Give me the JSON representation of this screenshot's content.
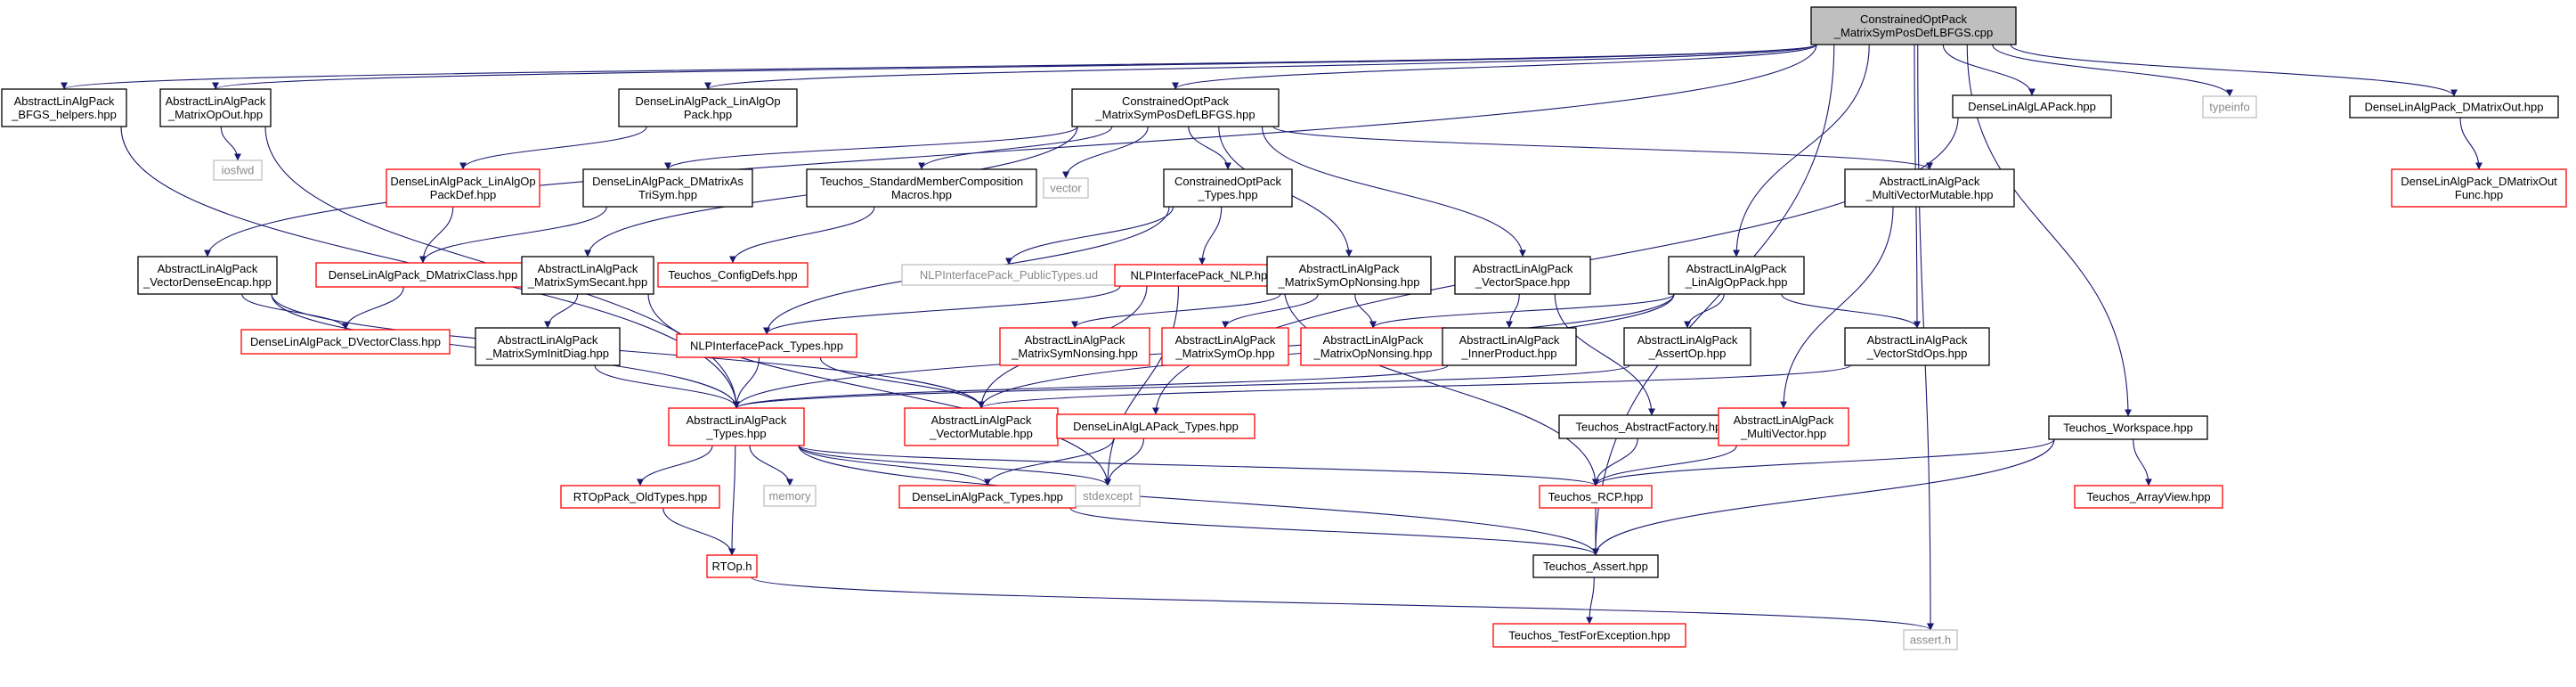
{
  "graph": {
    "colors": {
      "edge": "#191970",
      "root_fill": "#bfbfbf",
      "black_border": "#000000",
      "red_border": "#ff0000",
      "gray_border": "#bfbfbf",
      "gray_text": "#8a8a8a"
    },
    "nodes": [
      {
        "id": "root",
        "lines": [
          "ConstrainedOptPack",
          "_MatrixSymPosDefLBFGS.cpp"
        ],
        "style": "root"
      },
      {
        "id": "bfgs_helpers",
        "lines": [
          "AbstractLinAlgPack",
          "_BFGS_helpers.hpp"
        ],
        "style": "black"
      },
      {
        "id": "matrixopout",
        "lines": [
          "AbstractLinAlgPack",
          "_MatrixOpOut.hpp"
        ],
        "style": "black"
      },
      {
        "id": "dla_linalgop",
        "lines": [
          "DenseLinAlgPack_LinAlgOp",
          "Pack.hpp"
        ],
        "style": "black"
      },
      {
        "id": "cop_lbfgs_hpp",
        "lines": [
          "ConstrainedOptPack",
          "_MatrixSymPosDefLBFGS.hpp"
        ],
        "style": "black"
      },
      {
        "id": "dla_lapack",
        "lines": [
          "DenseLinAlgLAPack.hpp"
        ],
        "style": "black"
      },
      {
        "id": "typeinfo",
        "lines": [
          "typeinfo"
        ],
        "style": "gray"
      },
      {
        "id": "dla_dmatrixout",
        "lines": [
          "DenseLinAlgPack_DMatrixOut.hpp"
        ],
        "style": "black"
      },
      {
        "id": "iosfwd",
        "lines": [
          "iosfwd"
        ],
        "style": "gray"
      },
      {
        "id": "dla_linalgopdef",
        "lines": [
          "DenseLinAlgPack_LinAlgOp",
          "PackDef.hpp"
        ],
        "style": "red"
      },
      {
        "id": "dla_dmatrixastrisym",
        "lines": [
          "DenseLinAlgPack_DMatrixAs",
          "TriSym.hpp"
        ],
        "style": "black"
      },
      {
        "id": "teuchos_smc",
        "lines": [
          "Teuchos_StandardMemberComposition",
          "Macros.hpp"
        ],
        "style": "black"
      },
      {
        "id": "vector",
        "lines": [
          "vector"
        ],
        "style": "gray"
      },
      {
        "id": "cop_types",
        "lines": [
          "ConstrainedOptPack",
          "_Types.hpp"
        ],
        "style": "black"
      },
      {
        "id": "ala_multivecmut",
        "lines": [
          "AbstractLinAlgPack",
          "_MultiVectorMutable.hpp"
        ],
        "style": "black"
      },
      {
        "id": "dla_dmatrixoutfunc",
        "lines": [
          "DenseLinAlgPack_DMatrixOut",
          "Func.hpp"
        ],
        "style": "red"
      },
      {
        "id": "ala_vecdenseencap",
        "lines": [
          "AbstractLinAlgPack",
          "_VectorDenseEncap.hpp"
        ],
        "style": "black"
      },
      {
        "id": "dla_dmatrixclass",
        "lines": [
          "DenseLinAlgPack_DMatrixClass.hpp"
        ],
        "style": "red"
      },
      {
        "id": "teuchos_configdefs",
        "lines": [
          "Teuchos_ConfigDefs.hpp"
        ],
        "style": "red"
      },
      {
        "id": "nlp_publictypes",
        "lines": [
          "NLPInterfacePack_PublicTypes.ud"
        ],
        "style": "gray"
      },
      {
        "id": "ala_matsymsecant",
        "lines": [
          "AbstractLinAlgPack",
          "_MatrixSymSecant.hpp"
        ],
        "style": "black"
      },
      {
        "id": "nlp_nlp",
        "lines": [
          "NLPInterfacePack_NLP.hpp"
        ],
        "style": "red"
      },
      {
        "id": "ala_matsymopnonsing",
        "lines": [
          "AbstractLinAlgPack",
          "_MatrixSymOpNonsing.hpp"
        ],
        "style": "black"
      },
      {
        "id": "ala_vectorspace",
        "lines": [
          "AbstractLinAlgPack",
          "_VectorSpace.hpp"
        ],
        "style": "black"
      },
      {
        "id": "ala_linalgoppack",
        "lines": [
          "AbstractLinAlgPack",
          "_LinAlgOpPack.hpp"
        ],
        "style": "black"
      },
      {
        "id": "dla_dvectorclass",
        "lines": [
          "DenseLinAlgPack_DVectorClass.hpp"
        ],
        "style": "red"
      },
      {
        "id": "ala_matsyminitdiag",
        "lines": [
          "AbstractLinAlgPack",
          "_MatrixSymInitDiag.hpp"
        ],
        "style": "black"
      },
      {
        "id": "nlp_types",
        "lines": [
          "NLPInterfacePack_Types.hpp"
        ],
        "style": "red"
      },
      {
        "id": "ala_matsymnonsing",
        "lines": [
          "AbstractLinAlgPack",
          "_MatrixSymNonsing.hpp"
        ],
        "style": "red"
      },
      {
        "id": "ala_matsymop",
        "lines": [
          "AbstractLinAlgPack",
          "_MatrixSymOp.hpp"
        ],
        "style": "red"
      },
      {
        "id": "ala_matopnonsing",
        "lines": [
          "AbstractLinAlgPack",
          "_MatrixOpNonsing.hpp"
        ],
        "style": "red"
      },
      {
        "id": "ala_innerproduct",
        "lines": [
          "AbstractLinAlgPack",
          "_InnerProduct.hpp"
        ],
        "style": "black"
      },
      {
        "id": "ala_assertop",
        "lines": [
          "AbstractLinAlgPack",
          "_AssertOp.hpp"
        ],
        "style": "black"
      },
      {
        "id": "ala_vecstdops",
        "lines": [
          "AbstractLinAlgPack",
          "_VectorStdOps.hpp"
        ],
        "style": "black"
      },
      {
        "id": "ala_types",
        "lines": [
          "AbstractLinAlgPack",
          "_Types.hpp"
        ],
        "style": "red"
      },
      {
        "id": "ala_vecmutable",
        "lines": [
          "AbstractLinAlgPack",
          "_VectorMutable.hpp"
        ],
        "style": "red"
      },
      {
        "id": "dla_lapacktypes",
        "lines": [
          "DenseLinAlgLAPack_Types.hpp"
        ],
        "style": "red"
      },
      {
        "id": "teuchos_absfactory",
        "lines": [
          "Teuchos_AbstractFactory.hpp"
        ],
        "style": "black"
      },
      {
        "id": "ala_multivector",
        "lines": [
          "AbstractLinAlgPack",
          "_MultiVector.hpp"
        ],
        "style": "red"
      },
      {
        "id": "teuchos_workspace",
        "lines": [
          "Teuchos_Workspace.hpp"
        ],
        "style": "black"
      },
      {
        "id": "rtop_oldtypes",
        "lines": [
          "RTOpPack_OldTypes.hpp"
        ],
        "style": "red"
      },
      {
        "id": "memory",
        "lines": [
          "memory"
        ],
        "style": "gray"
      },
      {
        "id": "dla_types",
        "lines": [
          "DenseLinAlgPack_Types.hpp"
        ],
        "style": "red"
      },
      {
        "id": "stdexcept",
        "lines": [
          "stdexcept"
        ],
        "style": "gray"
      },
      {
        "id": "teuchos_rcp",
        "lines": [
          "Teuchos_RCP.hpp"
        ],
        "style": "red"
      },
      {
        "id": "teuchos_arrayview",
        "lines": [
          "Teuchos_ArrayView.hpp"
        ],
        "style": "red"
      },
      {
        "id": "rtop_h",
        "lines": [
          "RTOp.h"
        ],
        "style": "red"
      },
      {
        "id": "teuchos_assert",
        "lines": [
          "Teuchos_Assert.hpp"
        ],
        "style": "black"
      },
      {
        "id": "teuchos_testforexc",
        "lines": [
          "Teuchos_TestForException.hpp"
        ],
        "style": "red"
      },
      {
        "id": "assert_h",
        "lines": [
          "assert.h"
        ],
        "style": "gray"
      }
    ],
    "edges": [
      [
        "root",
        "bfgs_helpers"
      ],
      [
        "root",
        "matrixopout"
      ],
      [
        "root",
        "dla_linalgop"
      ],
      [
        "root",
        "cop_lbfgs_hpp"
      ],
      [
        "root",
        "dla_lapack"
      ],
      [
        "root",
        "typeinfo"
      ],
      [
        "root",
        "dla_dmatrixout"
      ],
      [
        "root",
        "ala_vecdenseencap"
      ],
      [
        "root",
        "ala_linalgoppack"
      ],
      [
        "root",
        "ala_vecstdops"
      ],
      [
        "root",
        "teuchos_workspace"
      ],
      [
        "root",
        "teuchos_assert"
      ],
      [
        "root",
        "assert_h"
      ],
      [
        "bfgs_helpers",
        "ala_types"
      ],
      [
        "matrixopout",
        "iosfwd"
      ],
      [
        "matrixopout",
        "ala_types"
      ],
      [
        "dla_linalgop",
        "dla_linalgopdef"
      ],
      [
        "dla_linalgopdef",
        "dla_dmatrixclass"
      ],
      [
        "cop_lbfgs_hpp",
        "dla_dmatrixastrisym"
      ],
      [
        "cop_lbfgs_hpp",
        "teuchos_smc"
      ],
      [
        "cop_lbfgs_hpp",
        "vector"
      ],
      [
        "cop_lbfgs_hpp",
        "cop_types"
      ],
      [
        "cop_lbfgs_hpp",
        "ala_multivecmut"
      ],
      [
        "cop_lbfgs_hpp",
        "ala_matsymsecant"
      ],
      [
        "cop_lbfgs_hpp",
        "ala_matsymopnonsing"
      ],
      [
        "cop_lbfgs_hpp",
        "ala_vectorspace"
      ],
      [
        "dla_lapack",
        "dla_lapacktypes"
      ],
      [
        "dla_dmatrixout",
        "dla_dmatrixoutfunc"
      ],
      [
        "dla_dmatrixastrisym",
        "dla_dmatrixclass"
      ],
      [
        "teuchos_smc",
        "teuchos_configdefs"
      ],
      [
        "cop_types",
        "nlp_publictypes"
      ],
      [
        "cop_types",
        "nlp_nlp"
      ],
      [
        "cop_types",
        "nlp_types"
      ],
      [
        "ala_multivecmut",
        "ala_multivector"
      ],
      [
        "ala_vecdenseencap",
        "dla_dvectorclass"
      ],
      [
        "ala_vecdenseencap",
        "ala_types"
      ],
      [
        "ala_vecdenseencap",
        "ala_vecmutable"
      ],
      [
        "dla_dmatrixclass",
        "dla_dvectorclass"
      ],
      [
        "ala_matsymsecant",
        "ala_matsyminitdiag"
      ],
      [
        "ala_matsymsecant",
        "stdexcept"
      ],
      [
        "nlp_nlp",
        "nlp_types"
      ],
      [
        "nlp_nlp",
        "ala_vecmutable"
      ],
      [
        "nlp_nlp",
        "teuchos_rcp"
      ],
      [
        "nlp_nlp",
        "stdexcept"
      ],
      [
        "ala_matsymopnonsing",
        "ala_matsymnonsing"
      ],
      [
        "ala_matsymopnonsing",
        "ala_matsymop"
      ],
      [
        "ala_matsymopnonsing",
        "ala_matopnonsing"
      ],
      [
        "ala_vectorspace",
        "ala_innerproduct"
      ],
      [
        "ala_vectorspace",
        "teuchos_absfactory"
      ],
      [
        "ala_linalgoppack",
        "ala_matopnonsing"
      ],
      [
        "ala_linalgoppack",
        "ala_assertop"
      ],
      [
        "ala_linalgoppack",
        "ala_vecstdops"
      ],
      [
        "ala_linalgoppack",
        "ala_types"
      ],
      [
        "ala_linalgoppack",
        "ala_vecmutable"
      ],
      [
        "ala_matsyminitdiag",
        "ala_types"
      ],
      [
        "nlp_types",
        "ala_types"
      ],
      [
        "nlp_types",
        "ala_vecmutable"
      ],
      [
        "ala_innerproduct",
        "ala_types"
      ],
      [
        "ala_assertop",
        "ala_types"
      ],
      [
        "ala_vecstdops",
        "ala_vecmutable"
      ],
      [
        "ala_types",
        "rtop_oldtypes"
      ],
      [
        "ala_types",
        "memory"
      ],
      [
        "ala_types",
        "dla_types"
      ],
      [
        "ala_types",
        "stdexcept"
      ],
      [
        "ala_types",
        "teuchos_rcp"
      ],
      [
        "ala_types",
        "rtop_h"
      ],
      [
        "ala_types",
        "teuchos_assert"
      ],
      [
        "dla_lapacktypes",
        "dla_types"
      ],
      [
        "dla_lapacktypes",
        "stdexcept"
      ],
      [
        "teuchos_absfactory",
        "teuchos_rcp"
      ],
      [
        "ala_multivector",
        "teuchos_rcp"
      ],
      [
        "teuchos_workspace",
        "teuchos_rcp"
      ],
      [
        "teuchos_workspace",
        "teuchos_arrayview"
      ],
      [
        "teuchos_workspace",
        "teuchos_assert"
      ],
      [
        "rtop_oldtypes",
        "rtop_h"
      ],
      [
        "dla_types",
        "teuchos_assert"
      ],
      [
        "teuchos_rcp",
        "teuchos_assert"
      ],
      [
        "rtop_h",
        "assert_h"
      ],
      [
        "teuchos_assert",
        "teuchos_testforexc"
      ]
    ]
  }
}
